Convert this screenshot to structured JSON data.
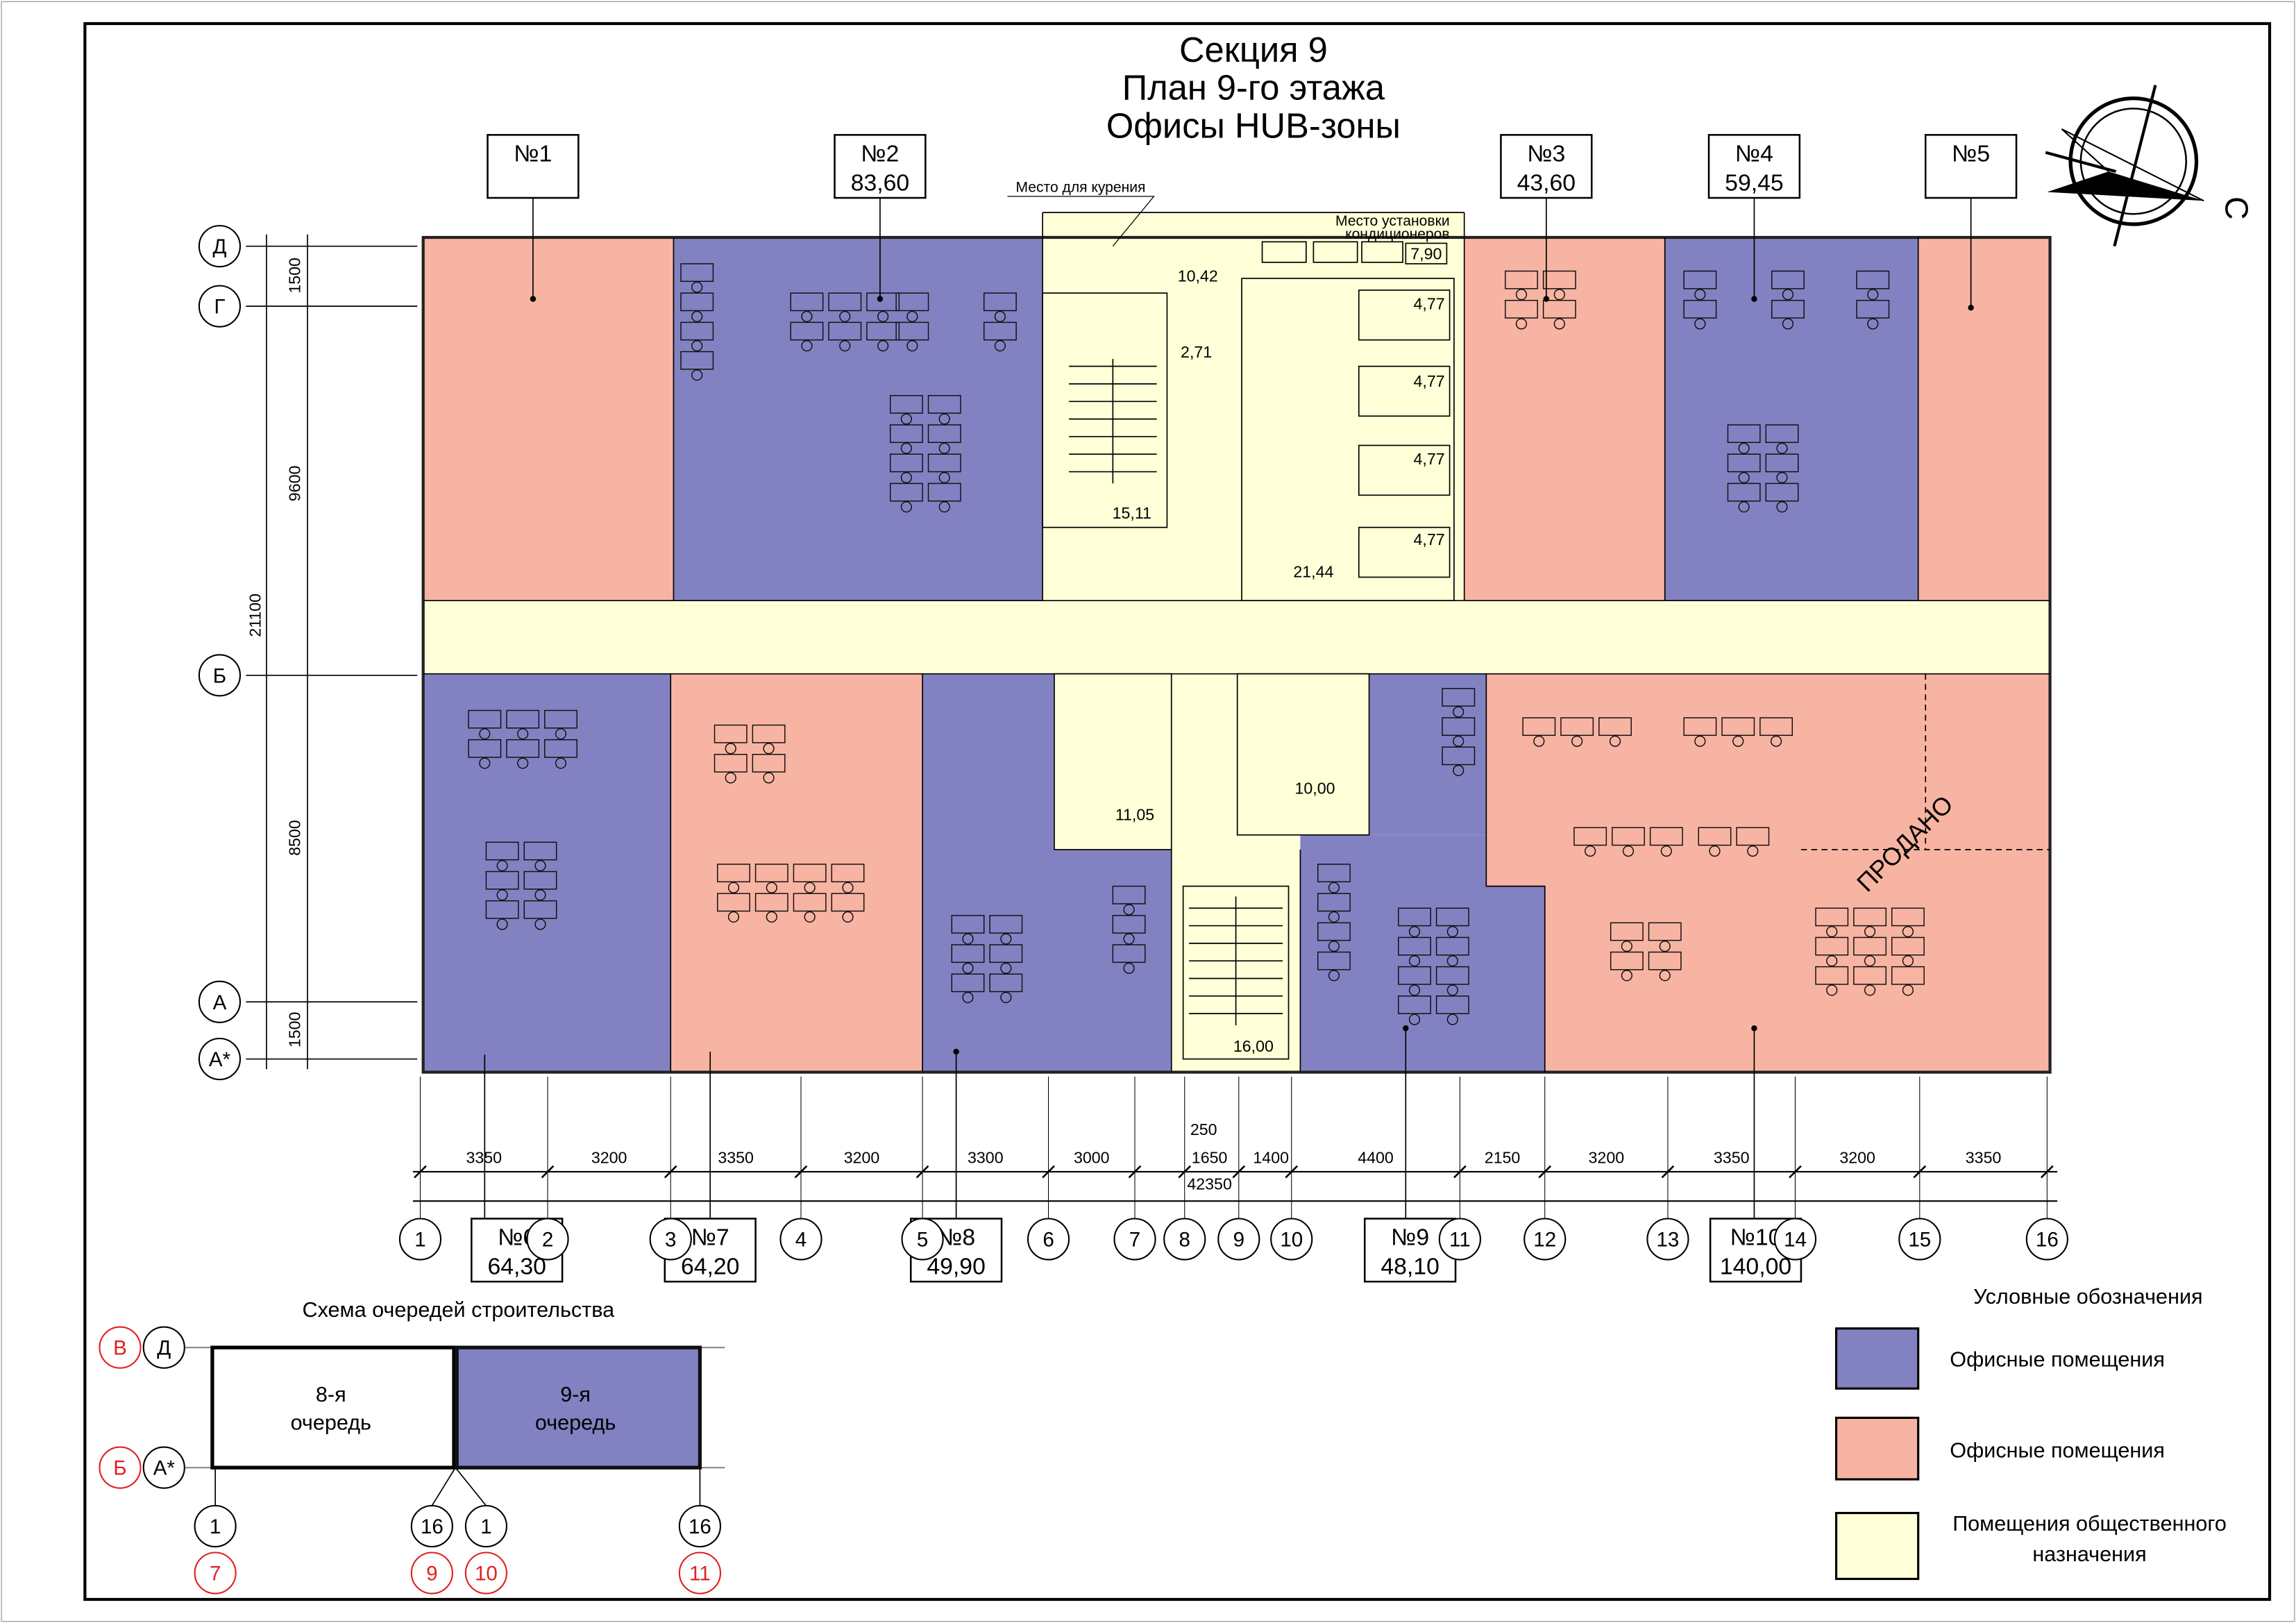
{
  "title": {
    "line1": "Секция 9",
    "line2": "План  9-го  этажа",
    "line3": "Офисы HUB-зоны"
  },
  "compass": {
    "north_label": "С"
  },
  "colors": {
    "office_blue": "#8282c2",
    "office_salmon": "#f8b4a2",
    "public_yellow": "#ffffd8"
  },
  "rooms": [
    {
      "label": "№1",
      "area": ""
    },
    {
      "label": "№2",
      "area": "83,60"
    },
    {
      "label": "№3",
      "area": "43,60"
    },
    {
      "label": "№4",
      "area": "59,45"
    },
    {
      "label": "№5",
      "area": ""
    },
    {
      "label": "№6",
      "area": "64,30"
    },
    {
      "label": "№7",
      "area": "64,20"
    },
    {
      "label": "№8",
      "area": "49,90"
    },
    {
      "label": "№9",
      "area": "48,10"
    },
    {
      "label": "№10",
      "area": "140,00"
    }
  ],
  "public_areas": {
    "smoking": "10,42",
    "lobby_small": "2,71",
    "stair_top": "15,11",
    "hall": "21,44",
    "lifts": [
      "4,77",
      "4,77",
      "4,77",
      "4,77"
    ],
    "ac_place": "7,90",
    "wc_left": "11,05",
    "wc_right": "10,00",
    "stair_bottom": "16,00"
  },
  "annotations": {
    "smoking_place": "Место для курения",
    "ac_line1": "Место установки",
    "ac_line2": "кондиционеров",
    "sold": "ПРОДАНО"
  },
  "axes_rows": [
    "Д",
    "Г",
    "Б",
    "А",
    "А*"
  ],
  "row_dims": [
    "1500",
    "9600",
    "8500",
    "1500"
  ],
  "row_total": "21100",
  "axes_cols": [
    "1",
    "2",
    "3",
    "4",
    "5",
    "6",
    "7",
    "8",
    "9",
    "10",
    "11",
    "12",
    "13",
    "14",
    "15",
    "16"
  ],
  "col_dims": [
    "3350",
    "3200",
    "3350",
    "3200",
    "3300",
    "3000",
    "250",
    "1650",
    "1400",
    "4400",
    "2150",
    "3200",
    "3350",
    "3200",
    "3350"
  ],
  "col_total": "42350",
  "scheme": {
    "title": "Схема очередей строительства",
    "stage8_line1": "8-я",
    "stage8_line2": "очередь",
    "stage9_line1": "9-я",
    "stage9_line2": "очередь",
    "rows": [
      {
        "red": "В",
        "black": "Д"
      },
      {
        "red": "Б",
        "black": "А*"
      }
    ],
    "cols": [
      {
        "black": "1",
        "red": "7"
      },
      {
        "black": "16",
        "red": "9"
      },
      {
        "black": "1",
        "red": "10"
      },
      {
        "black": "16",
        "red": "11"
      }
    ]
  },
  "legend": {
    "title": "Условные обозначения",
    "items": [
      {
        "label": "Офисные помещения",
        "color": "#8282c2"
      },
      {
        "label": "Офисные помещения",
        "color": "#f8b4a2"
      },
      {
        "label_line1": "Помещения общественного",
        "label_line2": "назначения",
        "color": "#ffffd8"
      }
    ]
  }
}
